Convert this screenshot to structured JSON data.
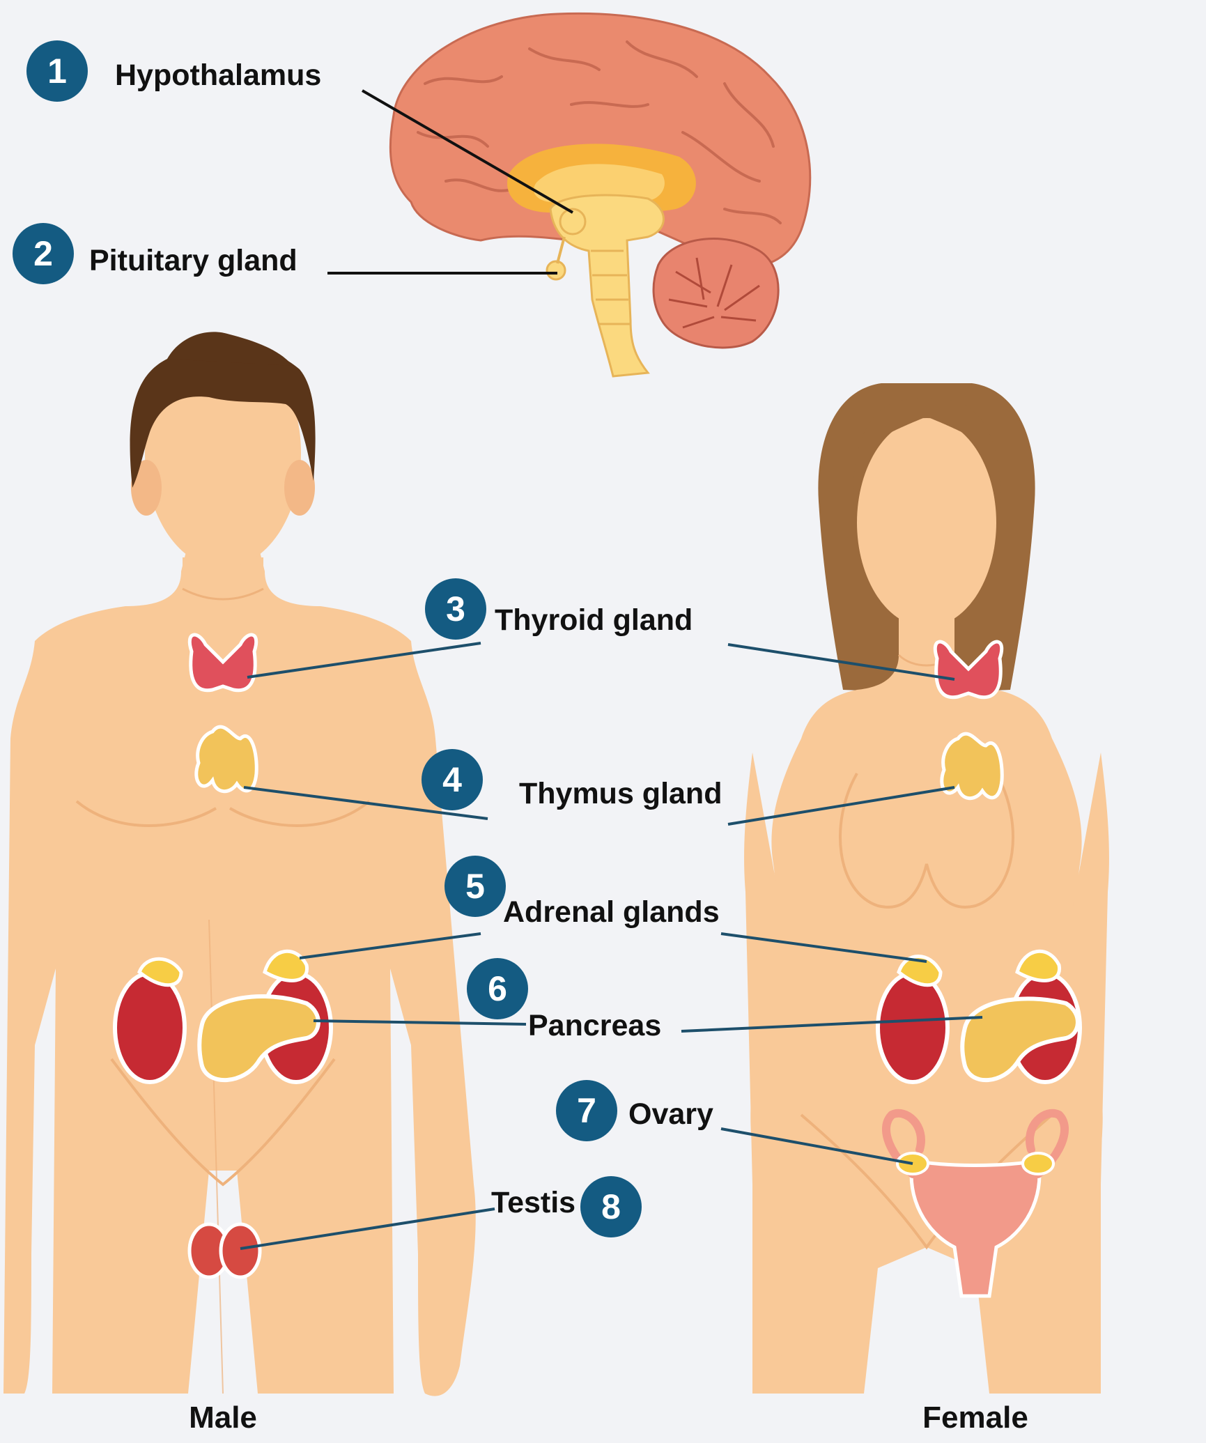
{
  "labels": [
    {
      "num": "1",
      "text": "Hypothalamus"
    },
    {
      "num": "2",
      "text": "Pituitary gland"
    },
    {
      "num": "3",
      "text": "Thyroid gland"
    },
    {
      "num": "4",
      "text": "Thymus gland"
    },
    {
      "num": "5",
      "text": "Adrenal glands"
    },
    {
      "num": "6",
      "text": "Pancreas"
    },
    {
      "num": "7",
      "text": "Ovary"
    },
    {
      "num": "8",
      "text": "Testis"
    }
  ],
  "captions": {
    "male": "Male",
    "female": "Female"
  },
  "colors": {
    "badge": "#145b82",
    "skin": "#f9c998",
    "skin_shadow": "#eeb27c",
    "hair_male": "#5a3519",
    "hair_female": "#9b6a3c",
    "brain": "#ea8a6e",
    "thyroid": "#e0505c",
    "kidney": "#c62a33",
    "adrenal": "#f7cd45",
    "pancreas": "#f2c35a",
    "uterus": "#f29a8a",
    "leader_line": "#1d4f6b"
  }
}
